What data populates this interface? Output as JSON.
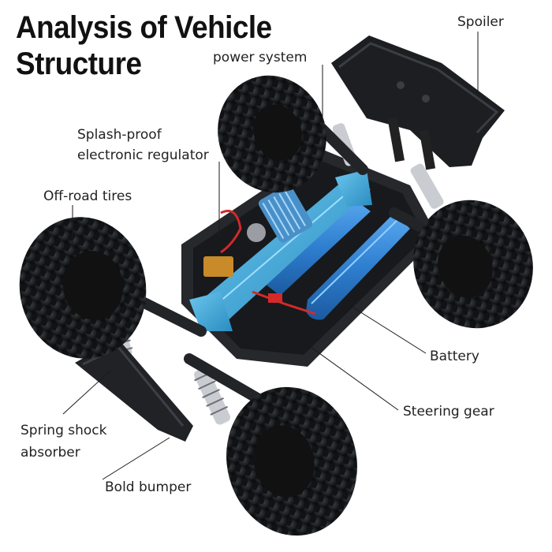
{
  "title_line1": "Analysis of Vehicle",
  "title_line2": "Structure",
  "labels": {
    "spoiler": "Spoiler",
    "power_system": "power system",
    "regulator_line1": "Splash-proof",
    "regulator_line2": "electronic regulator",
    "tires": "Off-road tires",
    "battery": "Battery",
    "steering": "Steering gear",
    "spring_line1": "Spring shock",
    "spring_line2": "absorber",
    "bumper": "Bold bumper"
  },
  "colors": {
    "tire": "#1d1f22",
    "chassis": "#2a2c30",
    "frame_blue": "#3aa6d8",
    "battery_blue": "#2f7fd0",
    "motor": "#4a90c8",
    "wire_red": "#d22a2a"
  }
}
